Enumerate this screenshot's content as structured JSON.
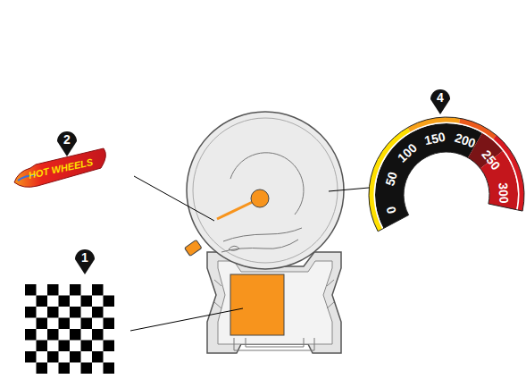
{
  "diagram": {
    "labels": [
      "2",
      "HOT WHEELS",
      "4",
      "0",
      "50",
      "100",
      "150",
      "200",
      "250",
      "300",
      "1"
    ]
  }
}
